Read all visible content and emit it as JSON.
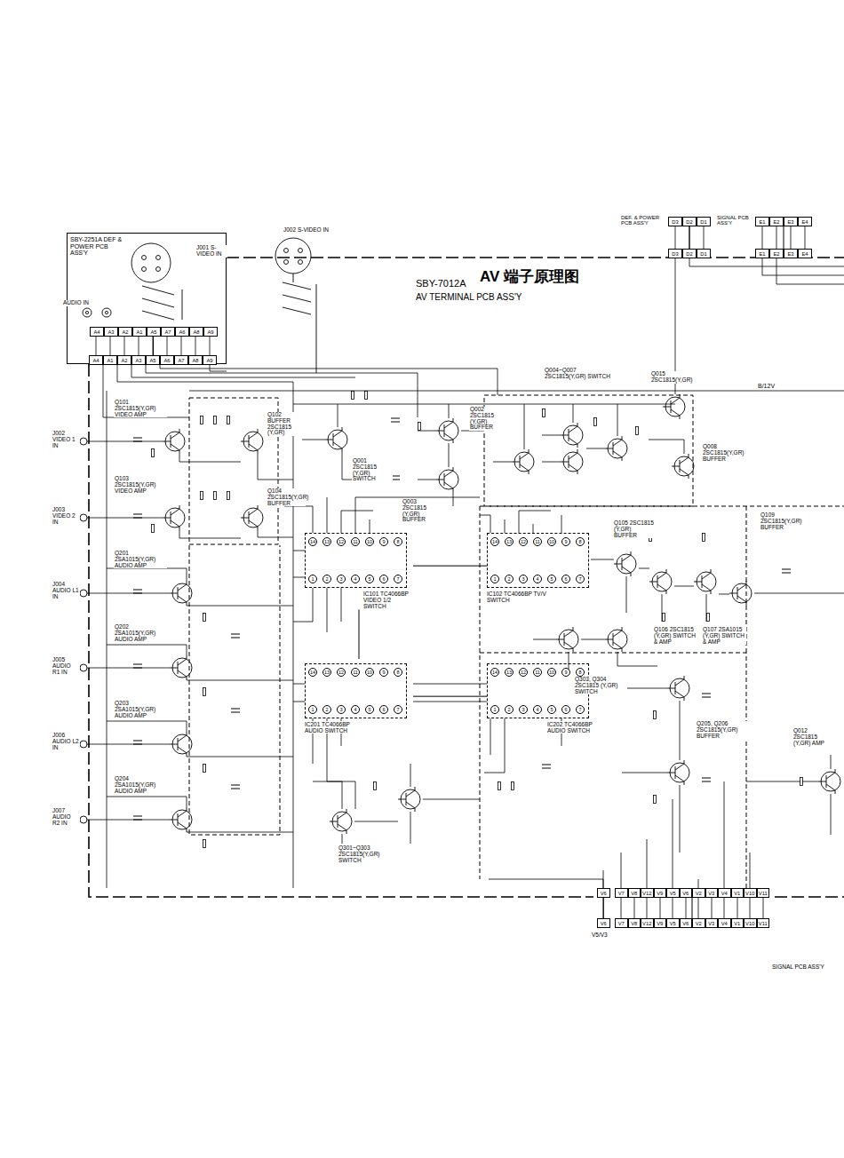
{
  "diagram": {
    "title": "AV 端子原理图",
    "nodes": [
      {
        "text": [
          "SBY-2251A DEF & POWER PCB ASS'Y"
        ]
      },
      {
        "text": [
          "A4",
          "A3",
          "A2",
          "A1",
          "A5",
          "A7",
          "A6",
          "A8",
          "A9"
        ],
        "in": 0
      },
      {
        "text": [
          "A4",
          "A1",
          "A2",
          "A3",
          "A5",
          "A6",
          "A7",
          "A8",
          "A9"
        ]
      },
      {
        "text": [
          "D3",
          "D2",
          "D1"
        ]
      },
      {
        "text": [
          "D3",
          "D2",
          "D1"
        ]
      },
      {
        "text": [
          "E1",
          "E2",
          "E3",
          "E4"
        ]
      },
      {
        "text": [
          "E1",
          "E2",
          "E3",
          "E4"
        ]
      },
      {
        "text": [
          "IC101 TC4066BP VIDEO 1/2 SWITCH"
        ]
      },
      {
        "text": [
          "IC102 TC4066BP TV/V SWITCH"
        ]
      },
      {
        "text": [
          "IC201 TC4066BP AUDIO SWITCH"
        ]
      },
      {
        "text": [
          "IC202 TC4066BP AUDIO SWITCH"
        ]
      },
      {
        "text": [
          "V6"
        ]
      },
      {
        "text": [
          "V7",
          "V8",
          "V12",
          "V9",
          "V5",
          "V6",
          "V2",
          "V3",
          "V4",
          "V1",
          "V10",
          "V11"
        ]
      },
      {
        "text": [
          "V6"
        ]
      },
      {
        "text": [
          "V7",
          "V8",
          "V12",
          "V9",
          "V5",
          "V6",
          "V2",
          "V3",
          "V4",
          "V1",
          "V10",
          "V11"
        ]
      }
    ],
    "edges": [
      {
        "from": 1,
        "to": 2,
        "arrow": "none"
      },
      {
        "from": 3,
        "to": 4,
        "arrow": "none"
      },
      {
        "from": 5,
        "to": 6,
        "arrow": "none"
      },
      {
        "from": 7,
        "to": 8,
        "arrow": "none"
      },
      {
        "from": 9,
        "to": 10,
        "arrow": "none"
      },
      {
        "from": 7,
        "to": 9,
        "arrow": "none"
      },
      {
        "from": 11,
        "to": 13,
        "arrow": "none"
      },
      {
        "from": 12,
        "to": 14,
        "arrow": "none"
      }
    ],
    "labels": [
      "SBY-7012A",
      "AV TERMINAL PCB ASS'Y",
      "J002 S-VIDEO IN",
      "J001 S-VIDEO IN",
      "AUDIO IN",
      "DEF. & POWER PCB ASS'Y",
      "SIGNAL PCB ASS'Y",
      "B/12V",
      "Q101 2SC1815(Y,GR) VIDEO AMP",
      "Q102 BUFFER 2SC1815 (Y,GR)",
      "Q103 2SC1815(Y,GR) VIDEO AMP",
      "Q104 2SC1815(Y,GR) BUFFER",
      "Q001 2SC1815 (Y,GR) SWITCH",
      "Q002 2SC1815 (Y,GR) BUFFER",
      "Q003 2SC1815 (Y,GR) BUFFER",
      "Q004~Q007 2SC1815(Y,GR) SWITCH",
      "Q015 2SC1815(Y,GR)",
      "Q008 2SC1815(Y,GR) BUFFER",
      "Q201 2SA1015(Y,GR) AUDIO AMP",
      "Q202 2SA1015(Y,GR) AUDIO AMP",
      "Q203 2SA1015(Y,GR) AUDIO AMP",
      "Q204 2SA1015(Y,GR) AUDIO AMP",
      "J002 VIDEO 1 IN",
      "J003 VIDEO 2 IN",
      "J004 AUDIO L1 IN",
      "J005 AUDIO R1 IN",
      "J006 AUDIO L2 IN",
      "J007 AUDIO R2 IN",
      "Q105 2SC1815 (Y,GR) BUFFER",
      "Q109 2SC1815(Y,GR) BUFFER",
      "Q106 2SC1815 (Y,GR) SWITCH & AMP",
      "Q107 2SA1015 (Y,GR) SWITCH & AMP",
      "Q303, Q304 2SC1815 (Y,GR) SWITCH",
      "Q205, Q206 2SC1815(Y,GR) BUFFER",
      "Q012 2SC1815 (Y,GR) AMP",
      "Q301~Q303 2SC1815(Y,GR) SWITCH",
      "V5/V3",
      "SIGNAL PCB ASS'Y",
      "14",
      "13",
      "12",
      "11",
      "10",
      "9",
      "8",
      "1",
      "2",
      "3",
      "4",
      "5",
      "6",
      "7",
      "14",
      "13",
      "12",
      "11",
      "10",
      "9",
      "8",
      "1",
      "2",
      "3",
      "4",
      "5",
      "6",
      "7",
      "14",
      "13",
      "12",
      "11",
      "10",
      "9",
      "8",
      "1",
      "2",
      "3",
      "4",
      "5",
      "6",
      "7",
      "14",
      "13",
      "12",
      "11",
      "10",
      "9",
      "8",
      "1",
      "2",
      "3",
      "4",
      "5",
      "6",
      "7"
    ]
  }
}
